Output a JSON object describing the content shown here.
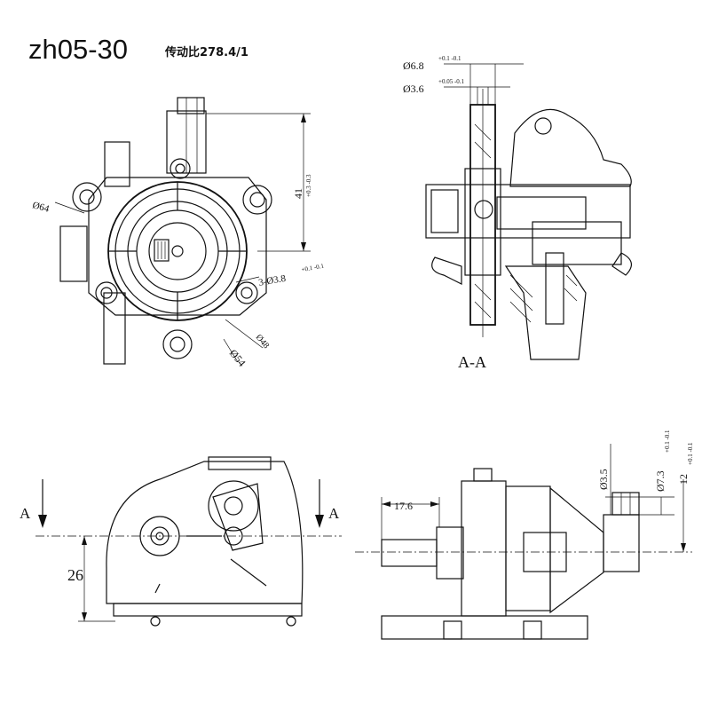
{
  "header": {
    "model": "zh05-30",
    "ratio_label": "传动比278.4/1"
  },
  "front_view": {
    "dim_diam_64": "Ø64",
    "dim_height_41": "41",
    "dim_height_41_tol": "+0.3\n-0.3",
    "dim_holes": "3-Ø3.8",
    "dim_holes_tol": "+0.1\n-0.1",
    "dim_diam_48": "Ø48",
    "dim_diam_54": "Ø54"
  },
  "section_view": {
    "label": "A-A",
    "dim_shaft_68": "Ø6.8",
    "dim_shaft_68_tol": "+0.1\n-0.1",
    "dim_bore_36": "Ø3.6",
    "dim_bore_36_tol": "+0.05\n-0.1"
  },
  "bottom_left_view": {
    "section_mark_left": "A",
    "section_mark_right": "A",
    "dim_26": "26"
  },
  "side_view": {
    "dim_17_6": "17.6",
    "dim_diam_3_5": "Ø3.5",
    "dim_diam_7_3": "Ø7.3",
    "dim_diam_7_3_tol": "+0.1\n-0.1",
    "dim_12": "12",
    "dim_12_tol": "+0.1\n-0.1"
  }
}
